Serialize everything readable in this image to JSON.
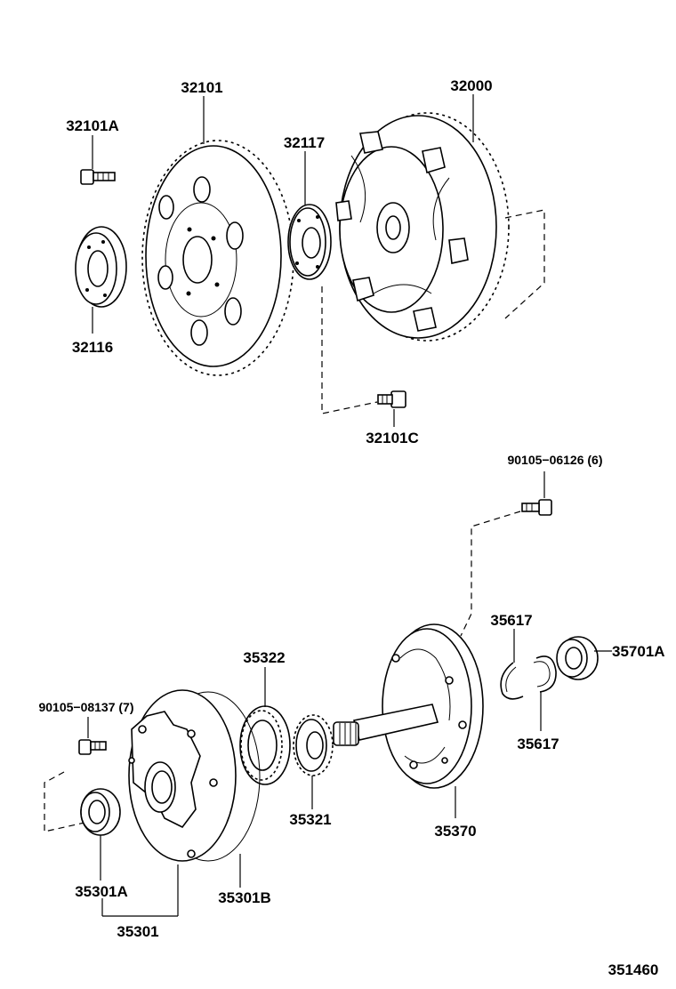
{
  "diagram": {
    "parts": [
      {
        "id": "p32101",
        "number": "32101"
      },
      {
        "id": "p32000",
        "number": "32000"
      },
      {
        "id": "p32101A",
        "number": "32101A"
      },
      {
        "id": "p32117",
        "number": "32117"
      },
      {
        "id": "p32116",
        "number": "32116"
      },
      {
        "id": "p32101C",
        "number": "32101C"
      },
      {
        "id": "p90105_06126",
        "number": "90105−06126 (6)"
      },
      {
        "id": "p35617a",
        "number": "35617"
      },
      {
        "id": "p35701A",
        "number": "35701A"
      },
      {
        "id": "p35617b",
        "number": "35617"
      },
      {
        "id": "p35322",
        "number": "35322"
      },
      {
        "id": "p90105_08137",
        "number": "90105−08137 (7)"
      },
      {
        "id": "p35321",
        "number": "35321"
      },
      {
        "id": "p35370",
        "number": "35370"
      },
      {
        "id": "p35301A",
        "number": "35301A"
      },
      {
        "id": "p35301B",
        "number": "35301B"
      },
      {
        "id": "p35301",
        "number": "35301"
      }
    ],
    "figure_number": "351460"
  }
}
